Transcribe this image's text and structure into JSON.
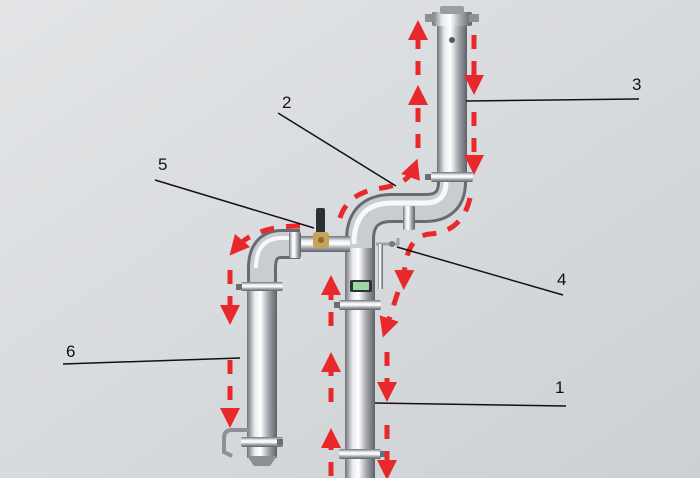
{
  "diagram": {
    "callouts": [
      {
        "id": "c1",
        "text": "1"
      },
      {
        "id": "c2",
        "text": "2"
      },
      {
        "id": "c3",
        "text": "3"
      },
      {
        "id": "c4",
        "text": "4"
      },
      {
        "id": "c5",
        "text": "5"
      },
      {
        "id": "c6",
        "text": "6"
      }
    ],
    "colors": {
      "background": "#d9dcdf",
      "pipe_steel": "#b9bcc0",
      "flow_arrow": "#e8282a",
      "leader_line": "#111111"
    },
    "icons": [
      "thermometer-icon",
      "valve-icon"
    ]
  }
}
